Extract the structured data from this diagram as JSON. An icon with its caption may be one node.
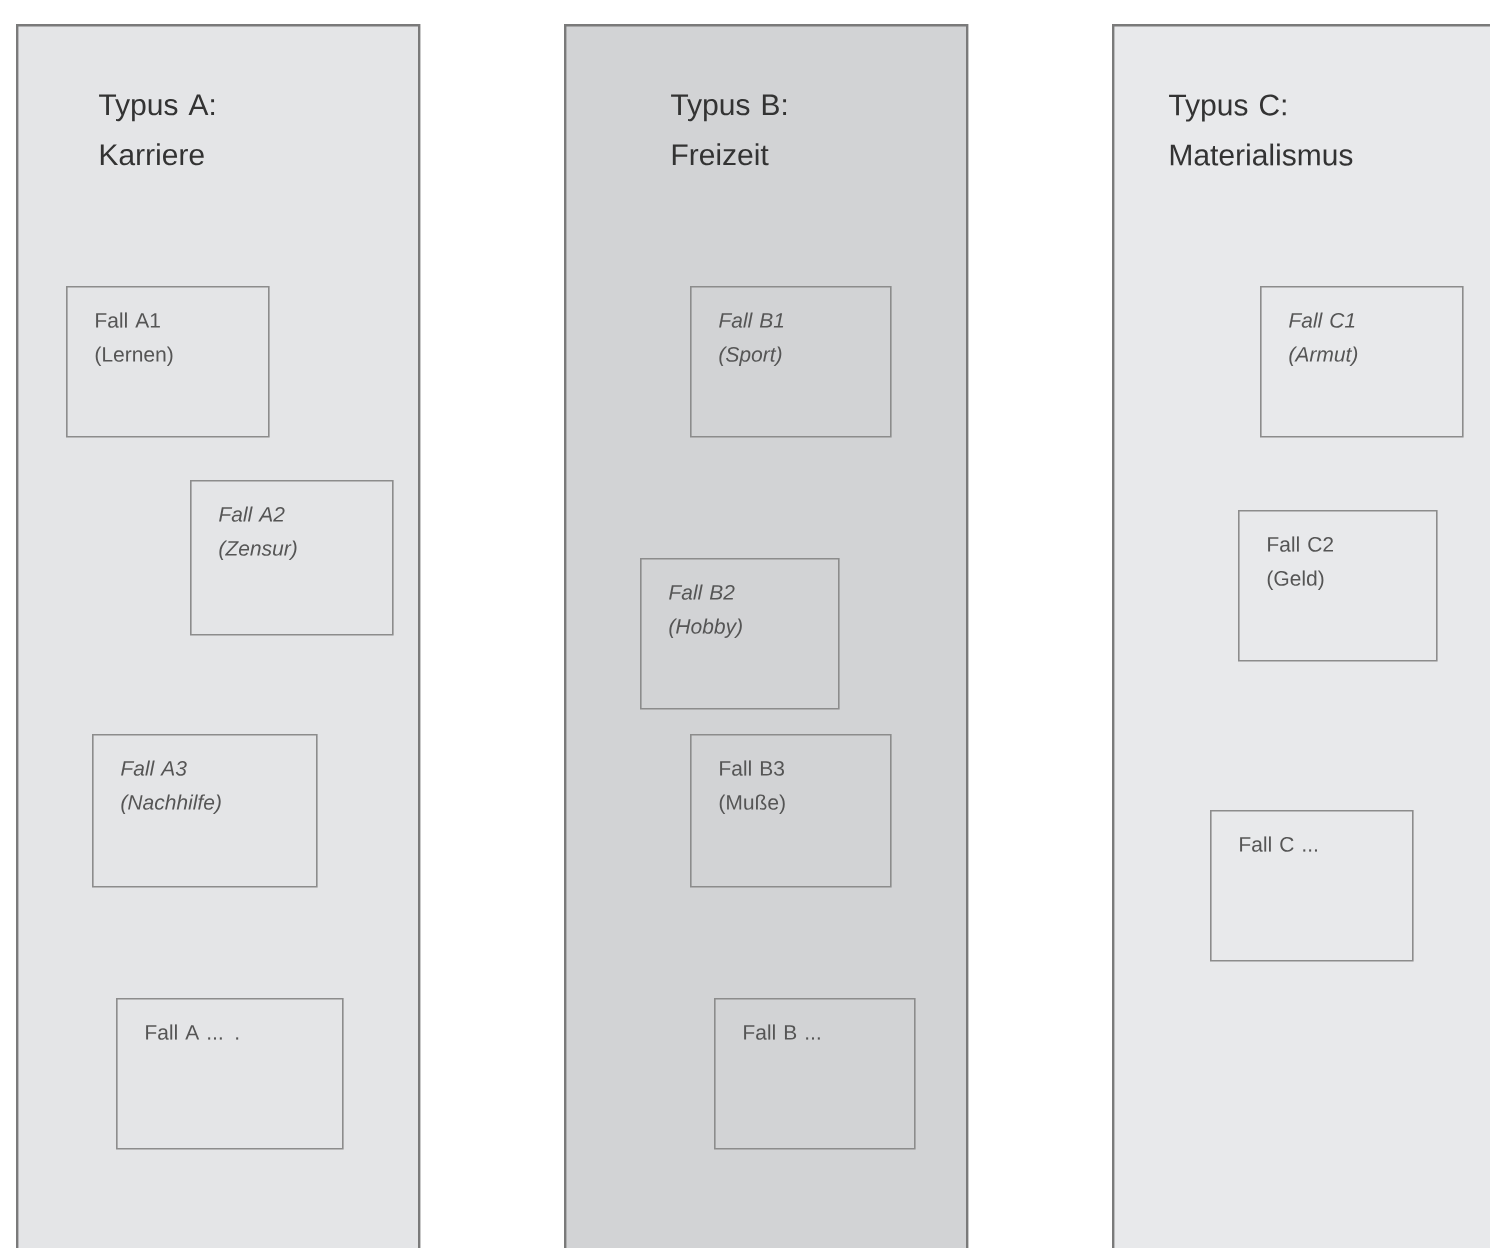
{
  "diagram": {
    "nodes": [
      {
        "text": [
          "Typus A: Karriere"
        ]
      },
      {
        "text": [
          "Fall A1 (Lernen)"
        ],
        "in": 0
      },
      {
        "text": [
          "Fall A2 (Zensur)"
        ],
        "in": 0
      },
      {
        "text": [
          "Fall A3 (Nachhilfe)"
        ],
        "in": 0
      },
      {
        "text": [
          "Fall A ... ."
        ],
        "in": 0
      },
      {
        "text": [
          "Typus B: Freizeit"
        ]
      },
      {
        "text": [
          "Fall B1 (Sport)"
        ],
        "in": 5
      },
      {
        "text": [
          "Fall B2 (Hobby)"
        ],
        "in": 5
      },
      {
        "text": [
          "Fall B3 (Muße)"
        ],
        "in": 5
      },
      {
        "text": [
          "Fall B ..."
        ],
        "in": 5
      },
      {
        "text": [
          "Typus C: Materialismus"
        ]
      },
      {
        "text": [
          "Fall C1 (Armut)"
        ],
        "in": 10
      },
      {
        "text": [
          "Fall C2 (Geld)"
        ],
        "in": 10
      },
      {
        "text": [
          "Fall C ..."
        ],
        "in": 10
      }
    ]
  }
}
